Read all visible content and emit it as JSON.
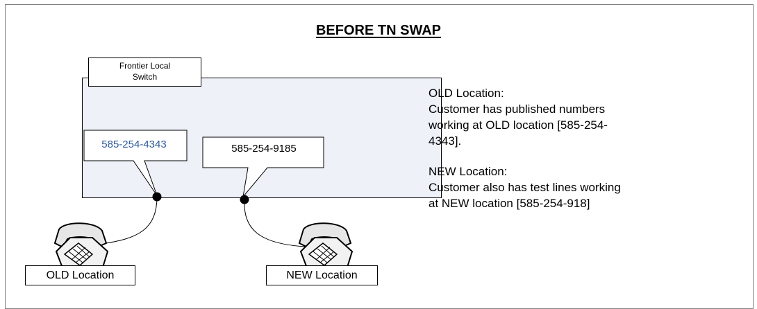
{
  "title": "BEFORE TN SWAP",
  "switch": {
    "label_line1": "Frontier Local",
    "label_line2": "Switch"
  },
  "lines": [
    {
      "number": "585-254-4343",
      "color": "#2e5b9a"
    },
    {
      "number": "585-254-9185",
      "color": "#000000"
    }
  ],
  "locations": {
    "old": "OLD Location",
    "new": "NEW Location"
  },
  "notes": {
    "old_heading": "OLD Location:",
    "old_line1": "Customer has published numbers",
    "old_line2": "working at OLD location [585-254-",
    "old_line3": "4343].",
    "new_heading": "NEW Location:",
    "new_line1": "Customer also has test lines working",
    "new_line2": "at NEW location [585-254-918]"
  },
  "colors": {
    "switch_fill": "#eef1f8",
    "accent": "#2e5b9a"
  }
}
